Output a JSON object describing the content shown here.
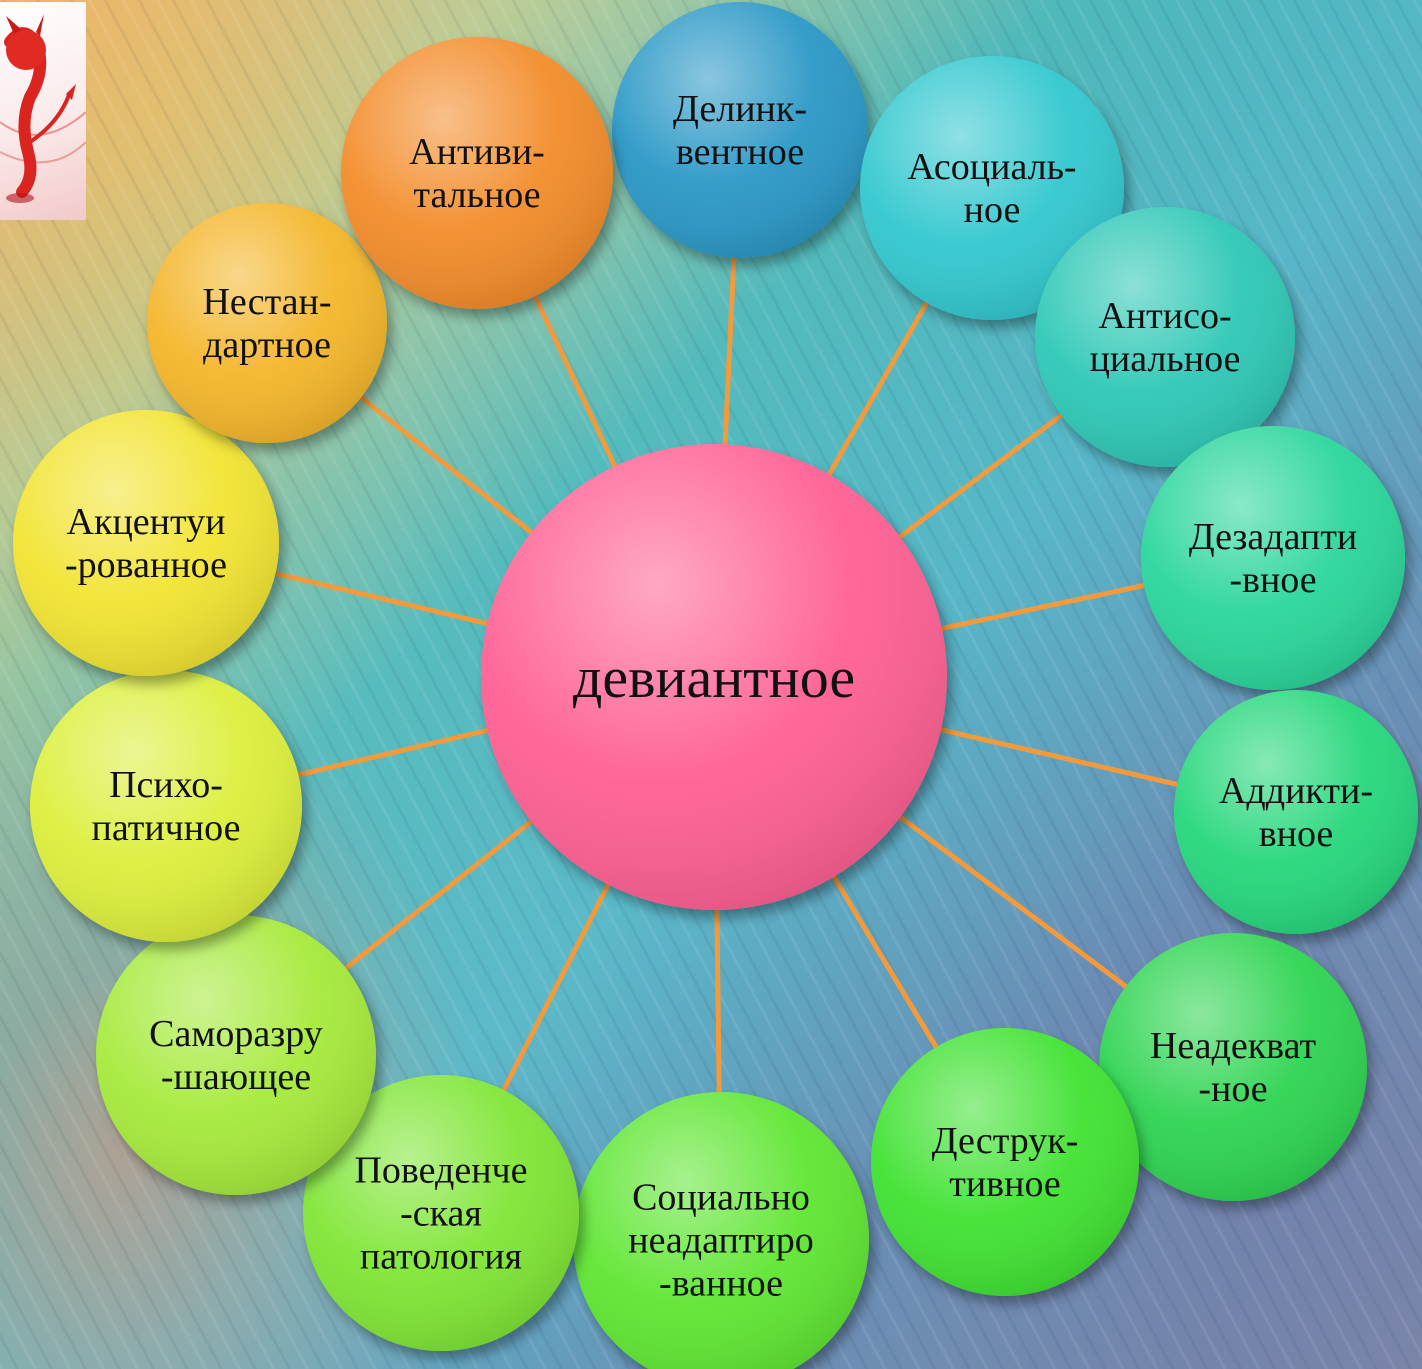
{
  "center": {
    "label": "девиантное",
    "color": "#ff6193"
  },
  "line_color": "#f39a3d",
  "nodes": [
    {
      "lines": [
        "Делинк-",
        "вентное"
      ],
      "color": "#2a98c6"
    },
    {
      "lines": [
        "Асоциаль-",
        "ное"
      ],
      "color": "#32c8cf"
    },
    {
      "lines": [
        "Антисо-",
        "циальное"
      ],
      "color": "#2ec8b6"
    },
    {
      "lines": [
        "Дезадапти",
        "-вное"
      ],
      "color": "#2ad69b"
    },
    {
      "lines": [
        "Аддикти-",
        "вное"
      ],
      "color": "#28d77b"
    },
    {
      "lines": [
        "Неадекват",
        "-ное"
      ],
      "color": "#2ed451"
    },
    {
      "lines": [
        "Деструк-",
        "тивное"
      ],
      "color": "#3fe233"
    },
    {
      "lines": [
        "Социально",
        "неадаптиро",
        "-ванное"
      ],
      "color": "#5fe632"
    },
    {
      "lines": [
        "Поведенче",
        "-ская",
        "патология"
      ],
      "color": "#7fe636"
    },
    {
      "lines": [
        "Саморазру",
        "-шающее"
      ],
      "color": "#a6ea3b"
    },
    {
      "lines": [
        "Психо-",
        "патичное"
      ],
      "color": "#dcef3a"
    },
    {
      "lines": [
        "Акцентуи",
        "-рованное"
      ],
      "color": "#f2e433"
    },
    {
      "lines": [
        "Нестан-",
        "дартное"
      ],
      "color": "#f4b62b"
    },
    {
      "lines": [
        "Антиви-",
        "тальное"
      ],
      "color": "#f38c2b"
    }
  ]
}
